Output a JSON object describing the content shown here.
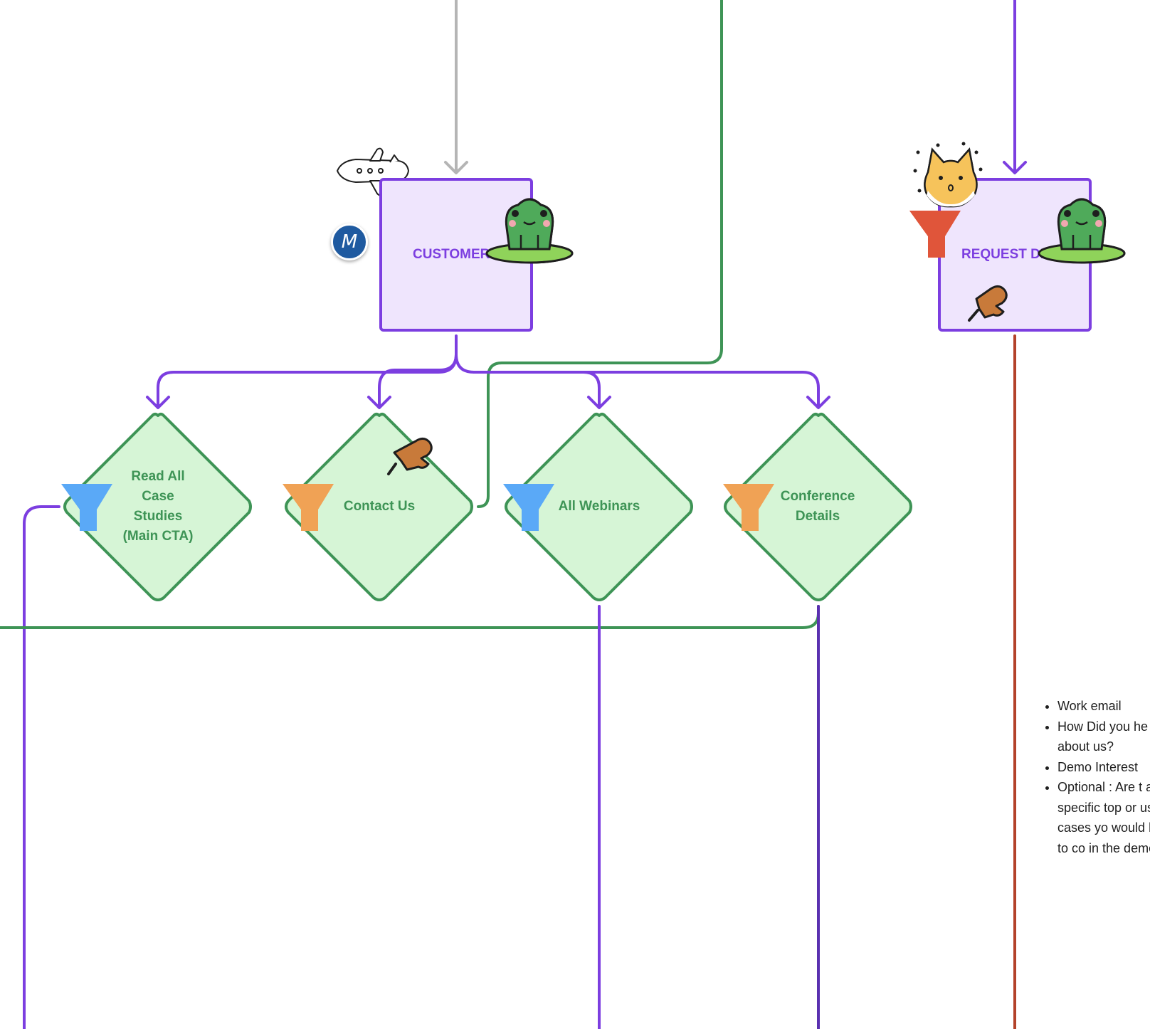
{
  "nodes": {
    "customer": "CUSTOMER",
    "request_demo": "REQUEST DE"
  },
  "diamonds": [
    {
      "lines": [
        "Read All",
        "Case",
        "Studies",
        "(Main CTA)"
      ]
    },
    {
      "lines": [
        "Contact Us"
      ]
    },
    {
      "lines": [
        "All Webinars"
      ]
    },
    {
      "lines": [
        "Conference",
        "Details"
      ]
    }
  ],
  "avatar": {
    "initial": "M"
  },
  "notes": [
    "Work email",
    "How Did you he about us?",
    "Demo Interest",
    "Optional : Are t any specific top or use cases yo would like to co in the demo?"
  ],
  "colors": {
    "purple": "#7c3ee0",
    "green": "#3e9456",
    "gray": "#b5b5b5",
    "rust": "#b3422a",
    "funnel_blue": "#5aa9f7",
    "funnel_orange": "#f0a255",
    "funnel_red": "#e0553a"
  },
  "stickers": [
    "airplane-icon",
    "frog-icon",
    "cat-icon",
    "pushpin-icon",
    "funnel-icon"
  ]
}
